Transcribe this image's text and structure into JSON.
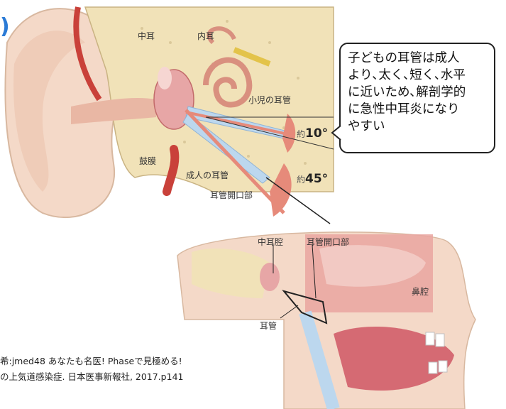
{
  "labels": {
    "middle_ear": "中耳",
    "inner_ear": "内耳",
    "child_tube": "小児の耳管",
    "eardrum": "鼓膜",
    "adult_tube": "成人の耳管",
    "tube_opening": "耳管開口部",
    "angle_child_prefix": "約",
    "angle_child_value": "10°",
    "angle_adult_prefix": "約",
    "angle_adult_value": "45°",
    "middle_ear_cavity": "中耳腔",
    "tube_opening_2": "耳管開口部",
    "nasal_cavity": "鼻腔",
    "eustachian_tube": "耳管"
  },
  "callout": {
    "text": "子どもの耳管は成人\nより､太く､短く､水平\nに近いため､解剖学的\nに急性中耳炎になり\nやすい"
  },
  "citation": {
    "line1": "希:jmed48 あなたも名医! Phaseで見極める!",
    "line2": "の上気道感染症. 日本医事新報社, 2017.p141"
  },
  "colors": {
    "skin": "#f4d9c8",
    "bone": "#f1e2b8",
    "pink": "#e7a6a6",
    "tube_red": "#e68a7a",
    "blue_tube": "#bcd7ee",
    "accent": "#2b7bd6"
  }
}
